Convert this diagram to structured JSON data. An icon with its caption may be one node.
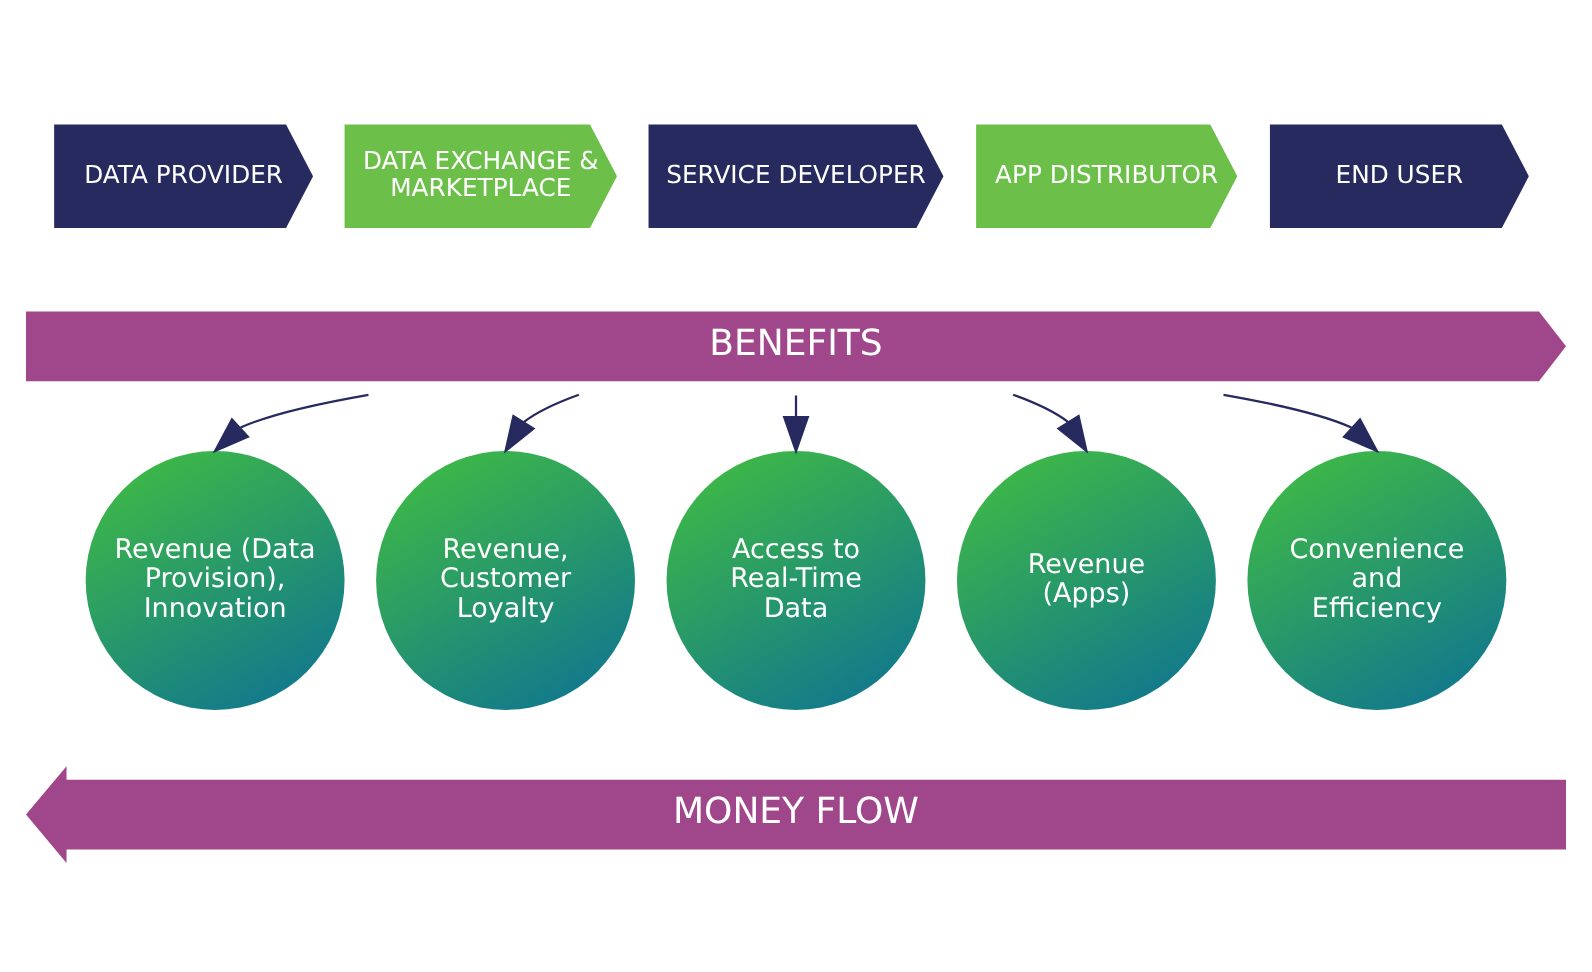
{
  "diagram": {
    "nodes": [
      {
        "text": [
          "DATA PROVIDER"
        ]
      },
      {
        "text": [
          "DATA EXCHANGE & MARKETPLACE"
        ]
      },
      {
        "text": [
          "SERVICE DEVELOPER"
        ]
      },
      {
        "text": [
          "APP DISTRIBUTOR"
        ]
      },
      {
        "text": [
          "END USER"
        ]
      },
      {
        "text": [
          "BENEFITS"
        ]
      },
      {
        "text": [
          "Revenue (Data Provision), Innovation"
        ]
      },
      {
        "text": [
          "Revenue, Customer Loyalty"
        ]
      },
      {
        "text": [
          "Access to Real-Time Data"
        ]
      },
      {
        "text": [
          "Revenue (Apps)"
        ]
      },
      {
        "text": [
          "Convenience and Efficiency"
        ]
      },
      {
        "text": [
          "MONEY FLOW"
        ]
      }
    ],
    "edges": [
      {
        "from": 5,
        "to": 6,
        "arrow": "to"
      },
      {
        "from": 5,
        "to": 7,
        "arrow": "to"
      },
      {
        "from": 5,
        "to": 8,
        "arrow": "to"
      },
      {
        "from": 5,
        "to": 9,
        "arrow": "to"
      },
      {
        "from": 5,
        "to": 10,
        "arrow": "to"
      }
    ]
  }
}
